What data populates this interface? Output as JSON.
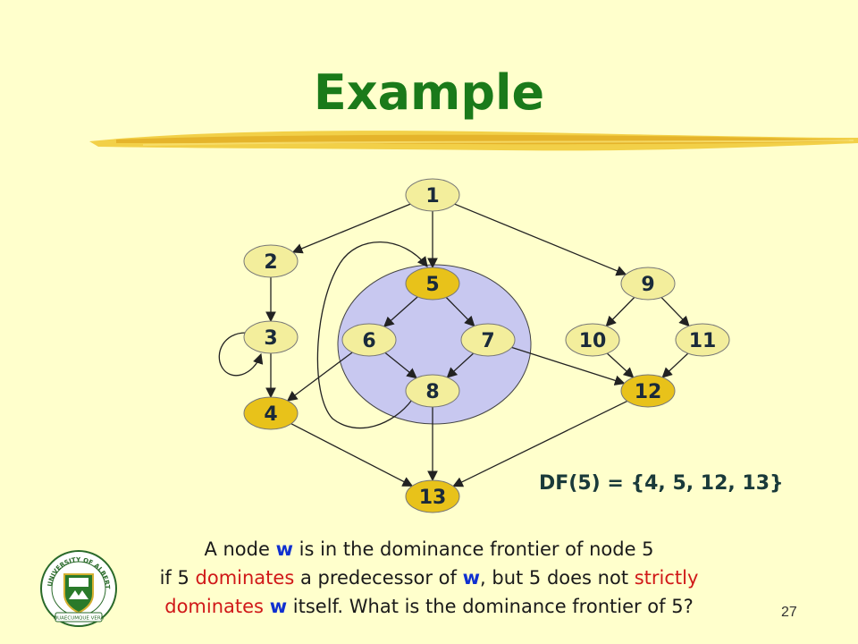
{
  "slide": {
    "title": "Example",
    "page_number": "27",
    "df_result": "DF(5) = {4, 5, 12, 13}",
    "caption": {
      "line1": {
        "a": "A node ",
        "w": "w",
        "b": " is in the dominance frontier of node 5"
      },
      "line2": {
        "a": "if 5 ",
        "dominates": "dominates",
        "b": " a predecessor of ",
        "w": "w",
        "c": ", but 5 does not ",
        "strictly": "strictly"
      },
      "line3": {
        "dominates": "dominates",
        "sp": " ",
        "w": "w",
        "b": " itself. What is the dominance frontier of 5?"
      }
    },
    "logo": {
      "top_text": "UNIVERSITY OF ALBERTA",
      "motto": "QUAECUMQUE VERA"
    }
  },
  "diagram": {
    "nodes": [
      {
        "id": "1",
        "label": "1",
        "highlight": false
      },
      {
        "id": "2",
        "label": "2",
        "highlight": false
      },
      {
        "id": "3",
        "label": "3",
        "highlight": false
      },
      {
        "id": "4",
        "label": "4",
        "highlight": true
      },
      {
        "id": "5",
        "label": "5",
        "highlight": true
      },
      {
        "id": "6",
        "label": "6",
        "highlight": false
      },
      {
        "id": "7",
        "label": "7",
        "highlight": false
      },
      {
        "id": "8",
        "label": "8",
        "highlight": false
      },
      {
        "id": "9",
        "label": "9",
        "highlight": false
      },
      {
        "id": "10",
        "label": "10",
        "highlight": false
      },
      {
        "id": "11",
        "label": "11",
        "highlight": false
      },
      {
        "id": "12",
        "label": "12",
        "highlight": true
      },
      {
        "id": "13",
        "label": "13",
        "highlight": true
      }
    ],
    "edges": [
      [
        "1",
        "2"
      ],
      [
        "1",
        "5"
      ],
      [
        "1",
        "9"
      ],
      [
        "2",
        "3"
      ],
      [
        "3",
        "3"
      ],
      [
        "3",
        "4"
      ],
      [
        "5",
        "6"
      ],
      [
        "5",
        "7"
      ],
      [
        "6",
        "4"
      ],
      [
        "6",
        "8"
      ],
      [
        "7",
        "8"
      ],
      [
        "7",
        "12"
      ],
      [
        "8",
        "5"
      ],
      [
        "8",
        "13"
      ],
      [
        "4",
        "13"
      ],
      [
        "9",
        "10"
      ],
      [
        "9",
        "11"
      ],
      [
        "10",
        "12"
      ],
      [
        "11",
        "12"
      ],
      [
        "12",
        "13"
      ]
    ],
    "colors": {
      "node_fill": "#f3ee9c",
      "node_highlight": "#e8c21a",
      "node_text": "#1a2a3a",
      "dominance_region": "#c8c8f0",
      "edge": "#222222"
    }
  }
}
